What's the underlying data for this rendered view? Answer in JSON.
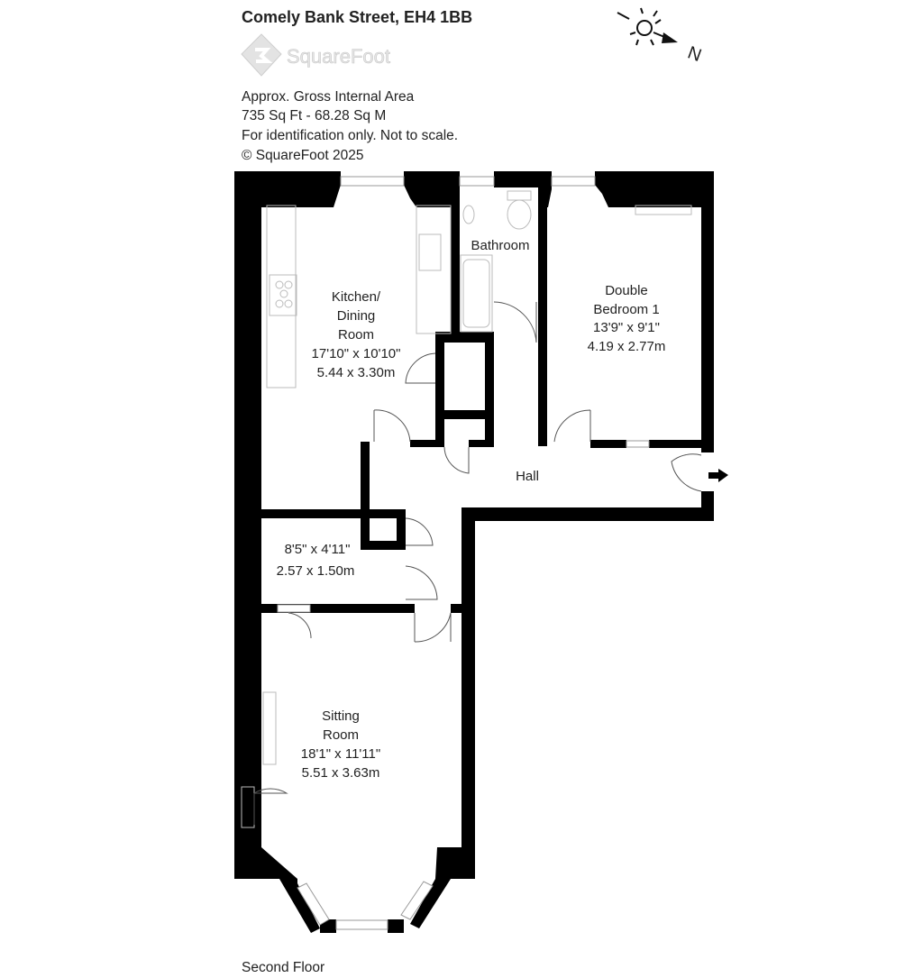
{
  "header": {
    "title": "Comely Bank Street, EH4 1BB",
    "logo_text": "SquareFoot",
    "area_label": "Approx. Gross Internal Area",
    "area_value": "735 Sq Ft  -  68.28 Sq M",
    "disclaimer": "For identification only. Not to scale.",
    "copyright": "© SquareFoot 2025"
  },
  "compass": {
    "label": "N",
    "icon": "sun-icon"
  },
  "rooms": {
    "kitchen": {
      "name_1": "Kitchen/",
      "name_2": "Dining",
      "name_3": "Room",
      "imperial": "17'10\" x 10'10\"",
      "metric": "5.44 x 3.30m"
    },
    "bathroom": {
      "name": "Bathroom"
    },
    "bedroom": {
      "name_1": "Double",
      "name_2": "Bedroom 1",
      "imperial": "13'9\" x 9'1\"",
      "metric": "4.19 x 2.77m"
    },
    "hall": {
      "name": "Hall"
    },
    "storage": {
      "imperial": "8'5\" x 4'11\"",
      "metric": "2.57 x 1.50m"
    },
    "sitting": {
      "name_1": "Sitting",
      "name_2": "Room",
      "imperial": "18'1\" x 11'11\"",
      "metric": "5.51 x 3.63m"
    }
  },
  "footer": {
    "floor_label": "Second Floor"
  }
}
